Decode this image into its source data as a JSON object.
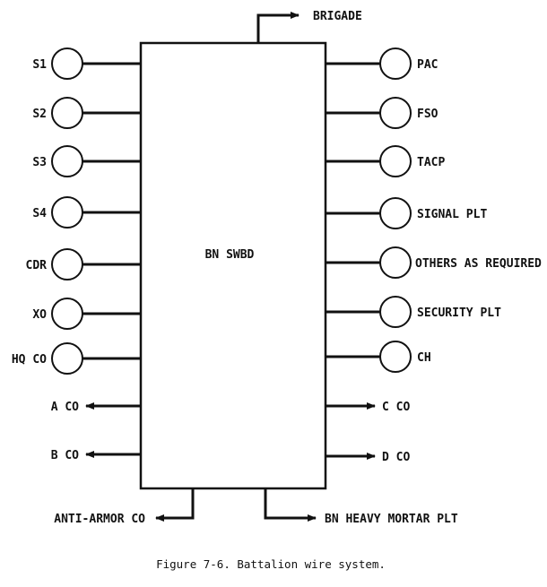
{
  "diagram": {
    "switchboard_label": "BN SWBD",
    "top_output": "BRIGADE",
    "left_stations": [
      "S1",
      "S2",
      "S3",
      "S4",
      "CDR",
      "XO",
      "HQ CO"
    ],
    "right_stations": [
      "PAC",
      "FSO",
      "TACP",
      "SIGNAL PLT",
      "OTHERS AS REQUIRED",
      "SECURITY PLT",
      "CH"
    ],
    "left_arrows": [
      "A CO",
      "B CO"
    ],
    "right_arrows": [
      "C CO",
      "D CO"
    ],
    "bottom_left_output": "ANTI-ARMOR CO",
    "bottom_right_output": "BN HEAVY MORTAR PLT"
  },
  "caption": "Figure 7-6. Battalion wire system."
}
